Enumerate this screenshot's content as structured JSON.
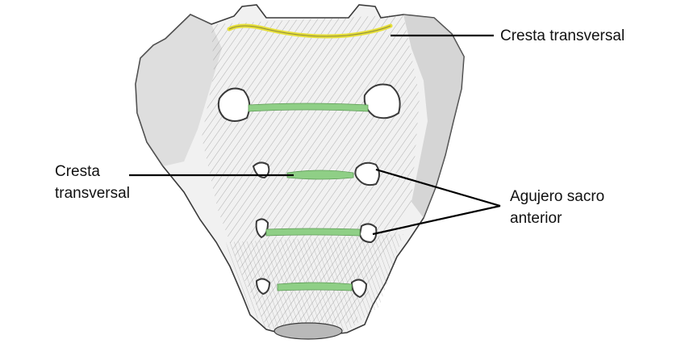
{
  "labels": {
    "top_right": {
      "lines": [
        "Cresta transversal"
      ]
    },
    "left": {
      "lines": [
        "Cresta",
        "transversal"
      ]
    },
    "right": {
      "lines": [
        "Agujero sacro",
        "anterior"
      ]
    }
  },
  "colors": {
    "bone_fill": "#f1f1f1",
    "bone_shade": "#b9b9b9",
    "bone_outline": "#3a3a3a",
    "hatch": "#6f6f6f",
    "foramen": "#ffffff",
    "ridge_green": "#8fcf86",
    "ridge_yellow": "#e6df3a",
    "leader": "#000000",
    "text": "#111111"
  }
}
